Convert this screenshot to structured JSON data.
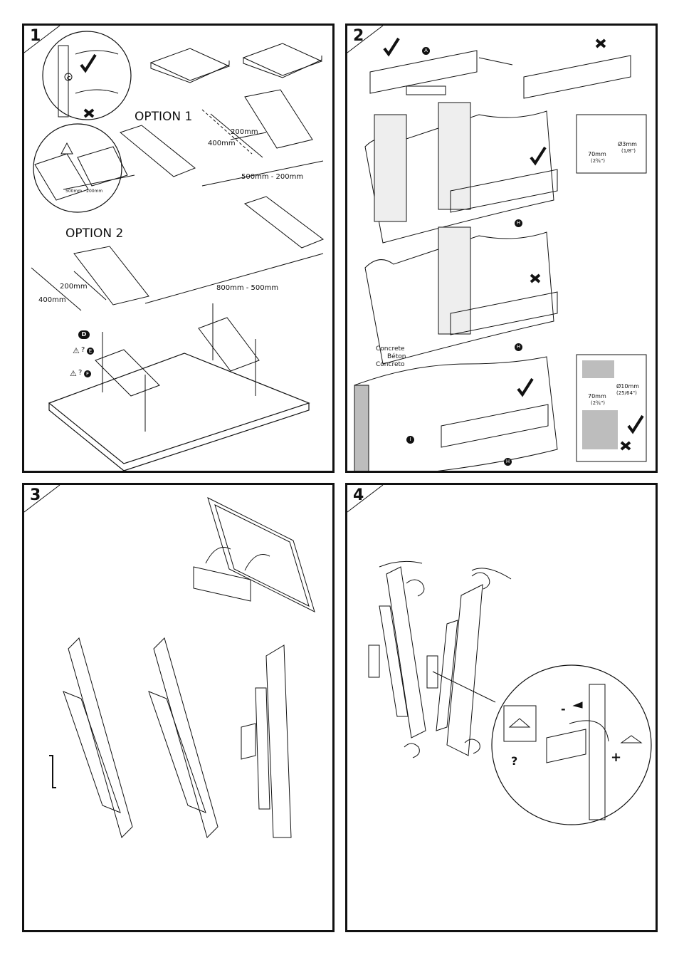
{
  "panels": [
    {
      "number": "1"
    },
    {
      "number": "2"
    },
    {
      "number": "3"
    },
    {
      "number": "4"
    }
  ],
  "step1": {
    "option1": "OPTION 1",
    "option2": "OPTION 2",
    "dim_200_o1": "200mm",
    "dim_400_o1": "400mm",
    "dim_range_o1": "500mm - 200mm",
    "dim_range_small": "500mm - 200mm",
    "dim_200_o2": "200mm",
    "dim_400_o2": "400mm",
    "dim_range_o2": "800mm - 500mm",
    "part_c": "C",
    "part_d": "D",
    "part_e": "E",
    "part_f": "F",
    "q1": "?",
    "q2": "?"
  },
  "step2": {
    "part_a": "A",
    "part_h1": "H",
    "part_h2": "H",
    "part_h3": "H",
    "part_i": "I",
    "drill_wood": "Ø3mm",
    "drill_wood_in": "(1/8\")",
    "depth_wood": "70mm",
    "depth_wood_in": "(2¾\")",
    "drill_concrete": "Ø10mm",
    "drill_concrete_in": "(25/64\")",
    "depth_concrete": "70mm",
    "depth_concrete_in": "(2¾\")",
    "concrete_en": "Concrete",
    "concrete_fr": "Béton",
    "concrete_es": "Concreto"
  },
  "step4": {
    "minus": "-",
    "plus": "+",
    "question": "?"
  },
  "colors": {
    "ink": "#111111",
    "paper": "#ffffff",
    "shade": "#bdbdbd"
  }
}
